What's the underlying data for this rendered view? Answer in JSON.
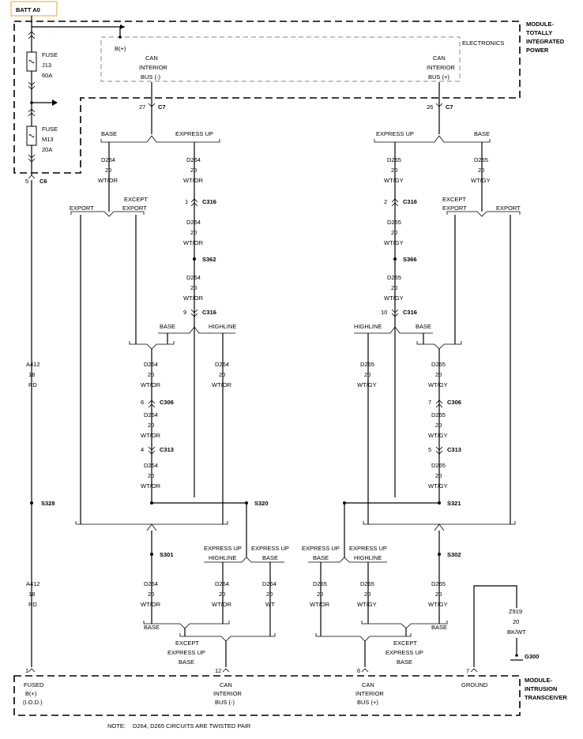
{
  "batt": "BATT A0",
  "modules": {
    "tipm": [
      "MODULE-",
      "TOTALLY",
      "INTEGRATED",
      "POWER"
    ],
    "electronics": "ELECTRONICS",
    "itm": [
      "MODULE-",
      "INTRUSION",
      "TRANSCEIVER"
    ]
  },
  "b_plus": "B(+)",
  "can_neg": [
    "CAN",
    "INTERIOR",
    "BUS (-)"
  ],
  "can_pos": [
    "CAN",
    "INTERIOR",
    "BUS (+)"
  ],
  "fuse_j13": [
    "FUSE",
    "J13",
    "60A"
  ],
  "fuse_m13": [
    "FUSE",
    "M13",
    "20A"
  ],
  "pins": {
    "p27": "27",
    "p26": "26",
    "c7": "C7",
    "p5": "5",
    "c6": "C6",
    "p1": "1",
    "p2": "2",
    "p9": "9",
    "p10": "10",
    "c316": "C316",
    "p6": "6",
    "p7": "7",
    "c306": "C306",
    "p4": "4",
    "p5b": "5",
    "c313": "C313",
    "itm1": "1",
    "itm12": "12",
    "itm6": "6",
    "itm7": "7"
  },
  "splices": {
    "s362": "S362",
    "s366": "S366",
    "s328": "S328",
    "s320": "S320",
    "s321": "S321",
    "s301": "S301",
    "s302": "S302",
    "g300": "G300"
  },
  "variants": {
    "base": "BASE",
    "express_up": "EXPRESS UP",
    "export": "EXPORT",
    "except": "EXCEPT",
    "highline": "HIGHLINE"
  },
  "wire": {
    "d264": "D264",
    "d265": "D265",
    "a412": "A412",
    "z919": "Z919",
    "gauge20": "20",
    "gauge18": "18",
    "wtor": "WT/OR",
    "wtgy": "WT/GY",
    "rd": "RD",
    "wt": "WT",
    "bkwt": "BK/WT"
  },
  "itm_pins": {
    "fused": [
      "FUSED",
      "B(+)",
      "(I.O.D.)"
    ],
    "ground": "GROUND"
  },
  "note": {
    "label": "NOTE:",
    "text": "D264, D265    CIRCUITS ARE TWISTED PAIR"
  }
}
